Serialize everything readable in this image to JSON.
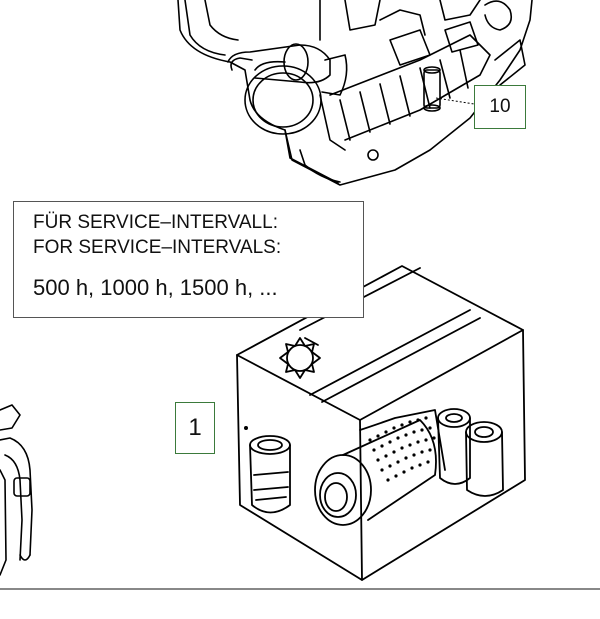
{
  "callouts": {
    "part_10": "10",
    "part_1": "1"
  },
  "service_note": {
    "line_de": "FÜR SERVICE–INTERVALL:",
    "line_en": "FOR SERVICE–INTERVALS:",
    "intervals": "500 h, 1000 h, 1500 h, ..."
  },
  "colors": {
    "line": "#000000",
    "callout_border": "#3b7a3b",
    "box_border": "#555555"
  }
}
